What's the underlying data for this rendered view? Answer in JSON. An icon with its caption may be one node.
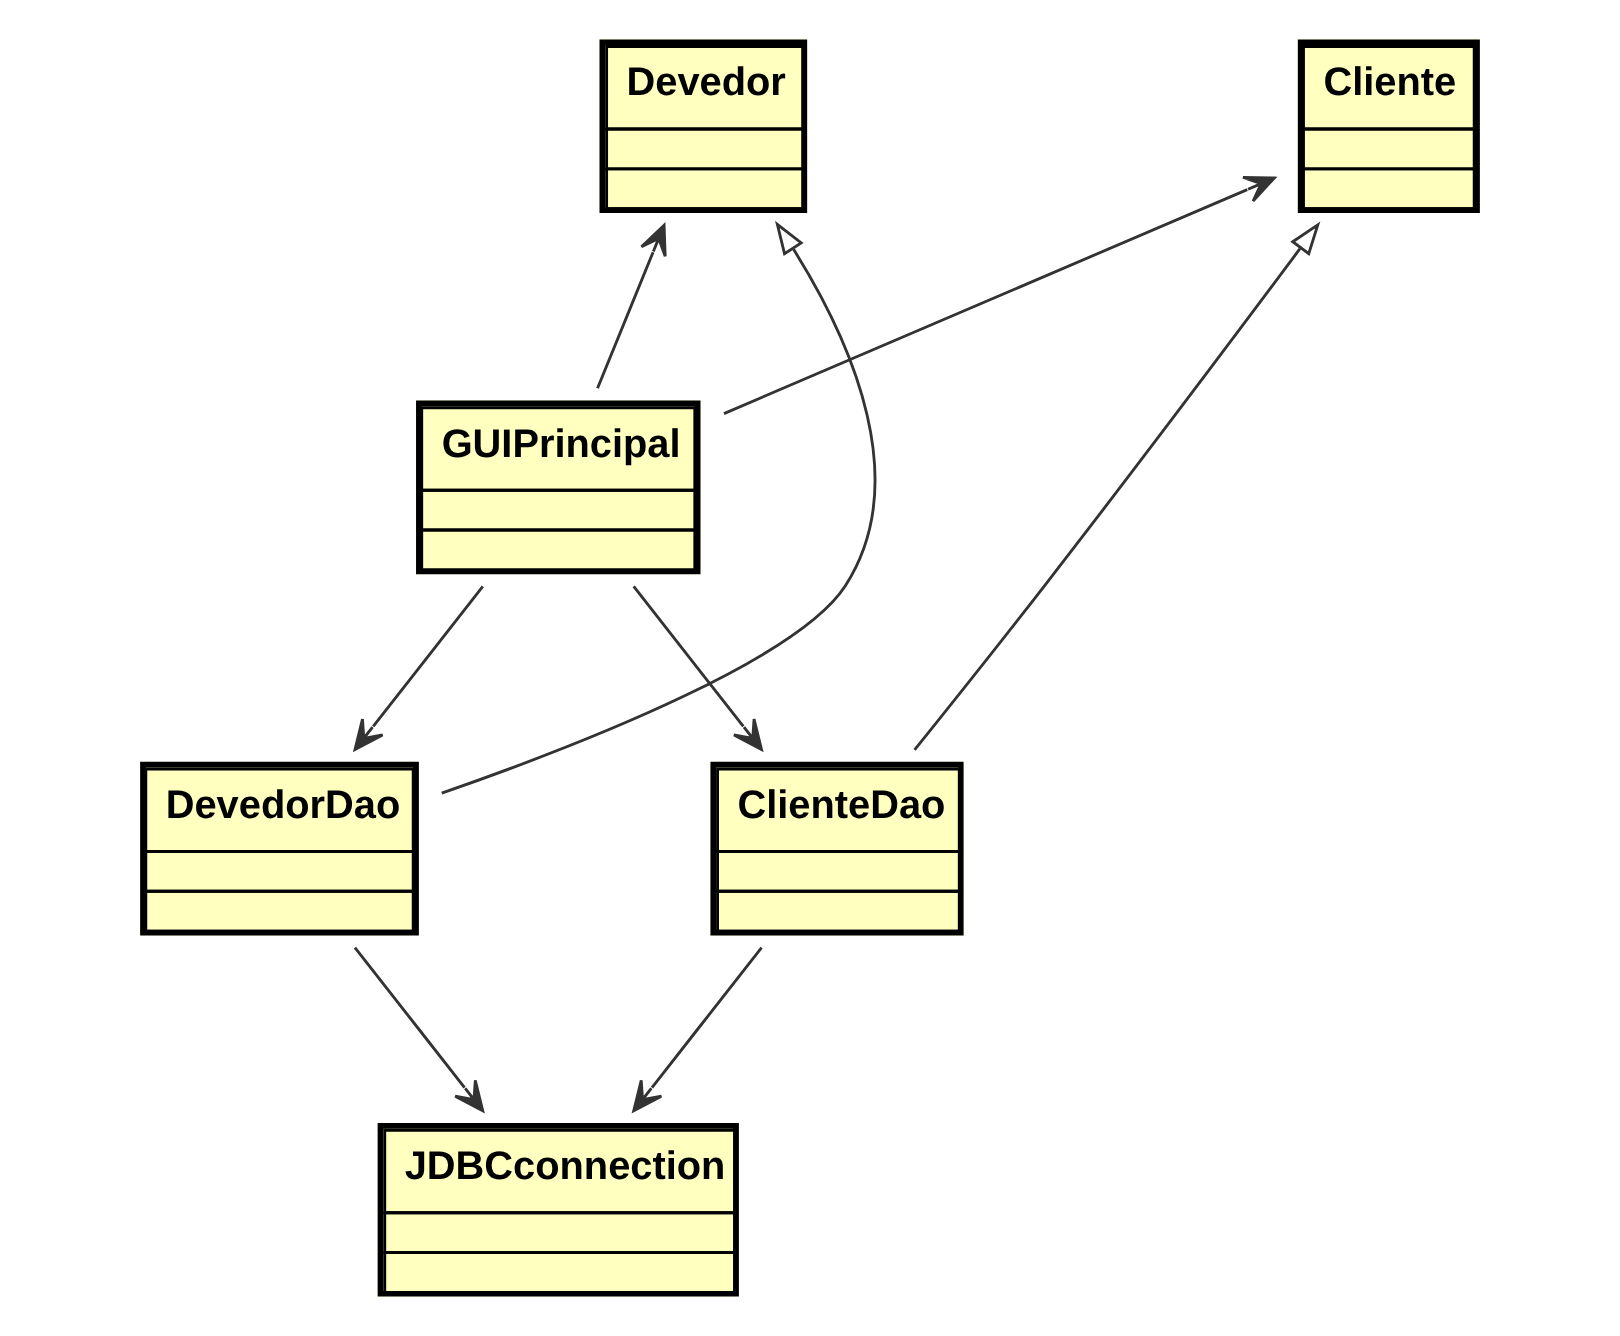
{
  "diagram": {
    "nodes": [
      {
        "text": [
          "Devedor"
        ]
      },
      {
        "text": [
          "Cliente"
        ]
      },
      {
        "text": [
          "GUIPrincipal"
        ]
      },
      {
        "text": [
          "DevedorDao"
        ]
      },
      {
        "text": [
          "ClienteDao"
        ]
      },
      {
        "text": [
          "JDBCconnection"
        ]
      }
    ],
    "edges": [
      {
        "from": 3,
        "to": 0,
        "arrow": "to"
      },
      {
        "from": 2,
        "to": 0,
        "arrow": "to"
      },
      {
        "from": 2,
        "to": 1,
        "arrow": "to"
      },
      {
        "from": 4,
        "to": 1,
        "arrow": "to"
      },
      {
        "from": 2,
        "to": 3,
        "arrow": "to"
      },
      {
        "from": 2,
        "to": 4,
        "arrow": "to"
      },
      {
        "from": 3,
        "to": 5,
        "arrow": "to"
      },
      {
        "from": 4,
        "to": 5,
        "arrow": "to"
      }
    ]
  }
}
